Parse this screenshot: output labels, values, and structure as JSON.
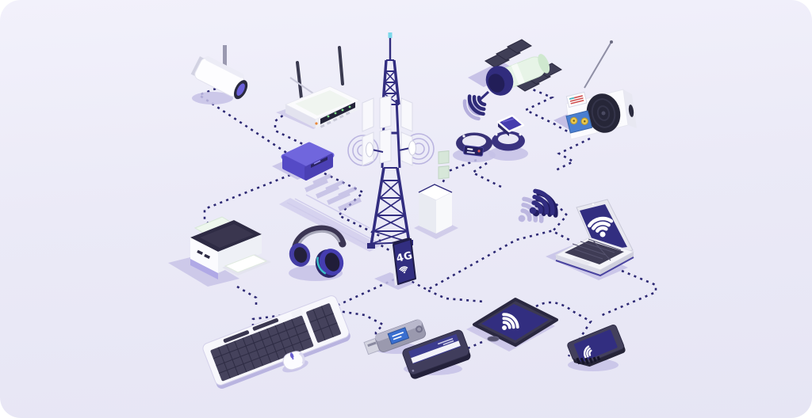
{
  "illustration": {
    "name": "connected-devices-network",
    "background": {
      "top": "#f2f1fb",
      "bottom": "#e6e5f4",
      "frame": "#ffffff"
    },
    "palette": {
      "navy": "#312c7d",
      "screen_navy": "#322e80",
      "purple": "#6a5fd8",
      "shadow": "#c6c1e6",
      "device_white": "#fbfbfe",
      "dark_slate": "#45425c",
      "teal": "#3bbec8",
      "yellow": "#e9c84e",
      "blue": "#4a7fd0",
      "green_led": "#7ee087"
    },
    "phone": {
      "label": "4G"
    },
    "devices": [
      {
        "id": "security-camera"
      },
      {
        "id": "wifi-router"
      },
      {
        "id": "cell-tower"
      },
      {
        "id": "satellite"
      },
      {
        "id": "portable-radio"
      },
      {
        "id": "fitness-band"
      },
      {
        "id": "smartwatch"
      },
      {
        "id": "wifi-signal"
      },
      {
        "id": "laptop"
      },
      {
        "id": "network-hub"
      },
      {
        "id": "printer"
      },
      {
        "id": "headphones"
      },
      {
        "id": "smartphone"
      },
      {
        "id": "keyboard"
      },
      {
        "id": "mouse"
      },
      {
        "id": "usb-flash-drive"
      },
      {
        "id": "portable-drive"
      },
      {
        "id": "tablet"
      },
      {
        "id": "sd-card"
      }
    ]
  }
}
